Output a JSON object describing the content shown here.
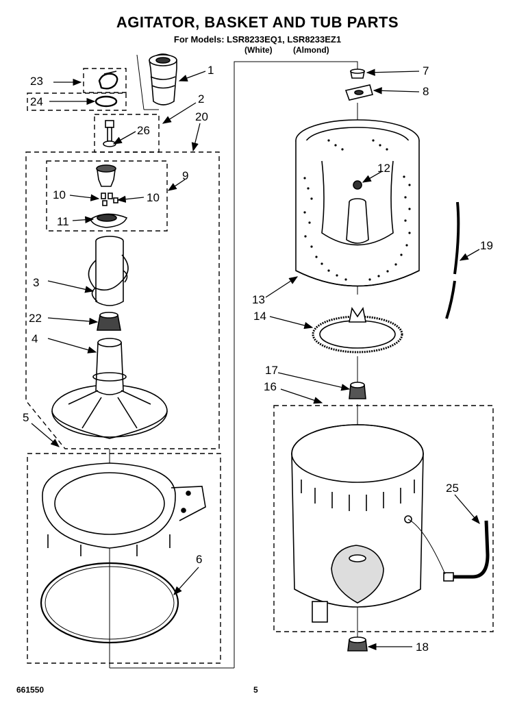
{
  "header": {
    "title": "AGITATOR, BASKET AND TUB PARTS",
    "subtitle": "For Models: LSR8233EQ1, LSR8233EZ1",
    "variant_white": "(White)",
    "variant_almond": "(Almond)"
  },
  "callouts": {
    "c1": "1",
    "c2": "2",
    "c3": "3",
    "c4": "4",
    "c5": "5",
    "c6": "6",
    "c7": "7",
    "c8": "8",
    "c9": "9",
    "c10a": "10",
    "c10b": "10",
    "c11": "11",
    "c12": "12",
    "c13": "13",
    "c14": "14",
    "c16": "16",
    "c17": "17",
    "c18": "18",
    "c19": "19",
    "c20": "20",
    "c22": "22",
    "c23": "23",
    "c24": "24",
    "c25": "25",
    "c26": "26"
  },
  "footer": {
    "doc_number": "661550",
    "page_number": "5"
  }
}
